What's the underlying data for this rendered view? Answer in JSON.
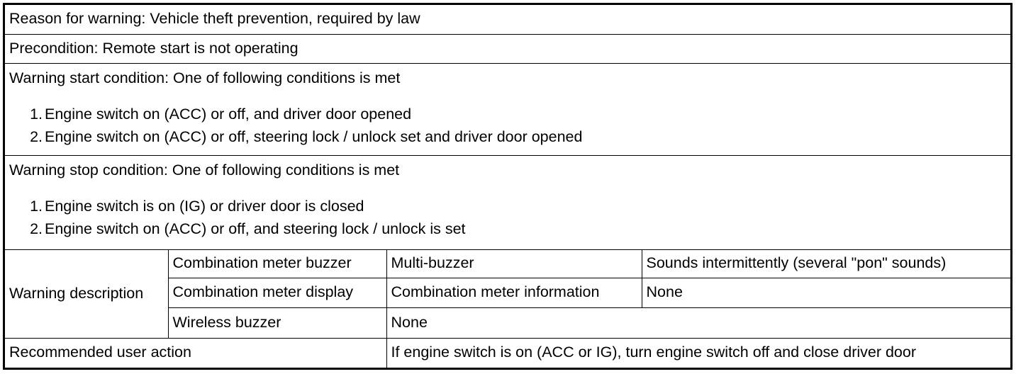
{
  "reason": "Reason for warning: Vehicle theft prevention, required by law",
  "precondition": "Precondition: Remote start is not operating",
  "start_condition": {
    "heading": "Warning start condition: One of following conditions is met",
    "items": [
      {
        "num": "1.",
        "text": "Engine switch on (ACC) or off, and driver door opened"
      },
      {
        "num": "2.",
        "text": "Engine switch on (ACC) or off, steering lock / unlock set and driver door opened"
      }
    ]
  },
  "stop_condition": {
    "heading": "Warning stop condition: One of following conditions is met",
    "items": [
      {
        "num": "1.",
        "text": "Engine switch is on (IG) or driver door is closed"
      },
      {
        "num": "2.",
        "text": "Engine switch on (ACC) or off, and steering lock / unlock is set"
      }
    ]
  },
  "description": {
    "label": "Warning description",
    "rows": [
      {
        "device": "Combination meter buzzer",
        "output": "Multi-buzzer",
        "behavior": "Sounds intermittently (several \"pon\" sounds)"
      },
      {
        "device": "Combination meter display",
        "output": "Combination meter information",
        "behavior": "None"
      },
      {
        "device": "Wireless buzzer",
        "output": "None"
      }
    ]
  },
  "user_action": {
    "label": "Recommended user action",
    "text": "If engine switch is on (ACC or IG), turn engine switch off and close driver door"
  }
}
